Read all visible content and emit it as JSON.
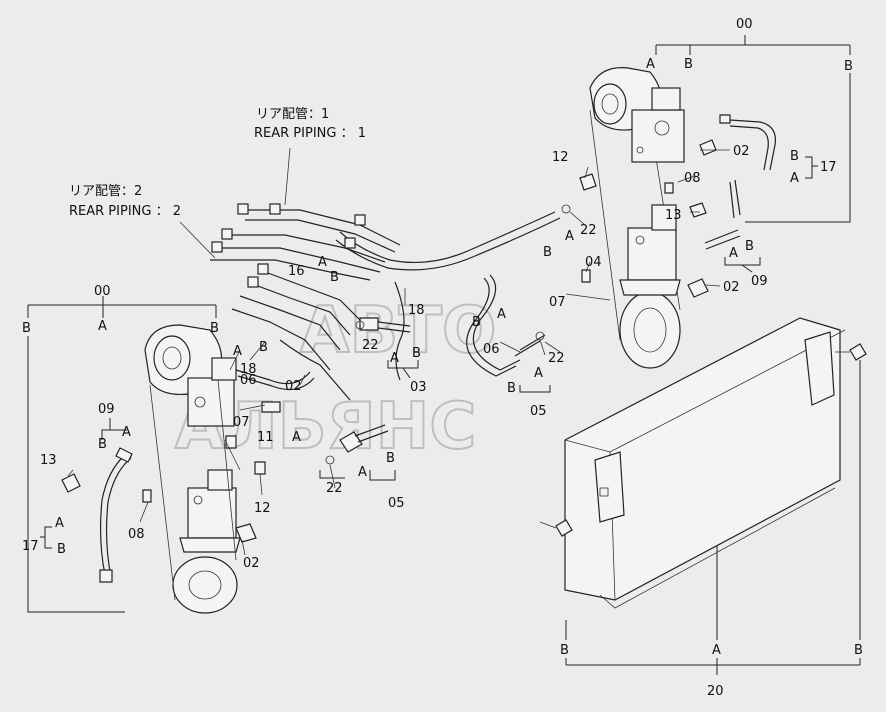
{
  "top_piping": {
    "jp": "リア配管：1",
    "en": "REAR PIPING ： 1"
  },
  "mid_piping": {
    "jp": "リア配管：2",
    "en": "REAR PIPING ： 2"
  },
  "watermark": {
    "line1": "АВТО",
    "line2": "АЛЬЯНС"
  },
  "callouts": {
    "c00_top": "00",
    "c00_left": "00",
    "c20": "20",
    "c17_right": "17",
    "c17_left": "17",
    "c09_right": "09",
    "c09_left": "09",
    "c12_top": "12",
    "c12_bottom": "12",
    "c13_top": "13",
    "c13_left": "13",
    "c02_a": "02",
    "c02_b": "02",
    "c02_c": "02",
    "c02_d": "02",
    "c08_a": "08",
    "c08_b": "08",
    "c04": "04",
    "c07_a": "07",
    "c07_b": "07",
    "c06_a": "06",
    "c06_b": "06",
    "c22_a": "22",
    "c22_b": "22",
    "c22_c": "22",
    "c22_d": "22",
    "c05_a": "05",
    "c05_b": "05",
    "c03": "03",
    "c16": "16",
    "c18_a": "18",
    "c18_b": "18",
    "c11": "11"
  },
  "letters": {
    "A": "A",
    "B": "B"
  }
}
